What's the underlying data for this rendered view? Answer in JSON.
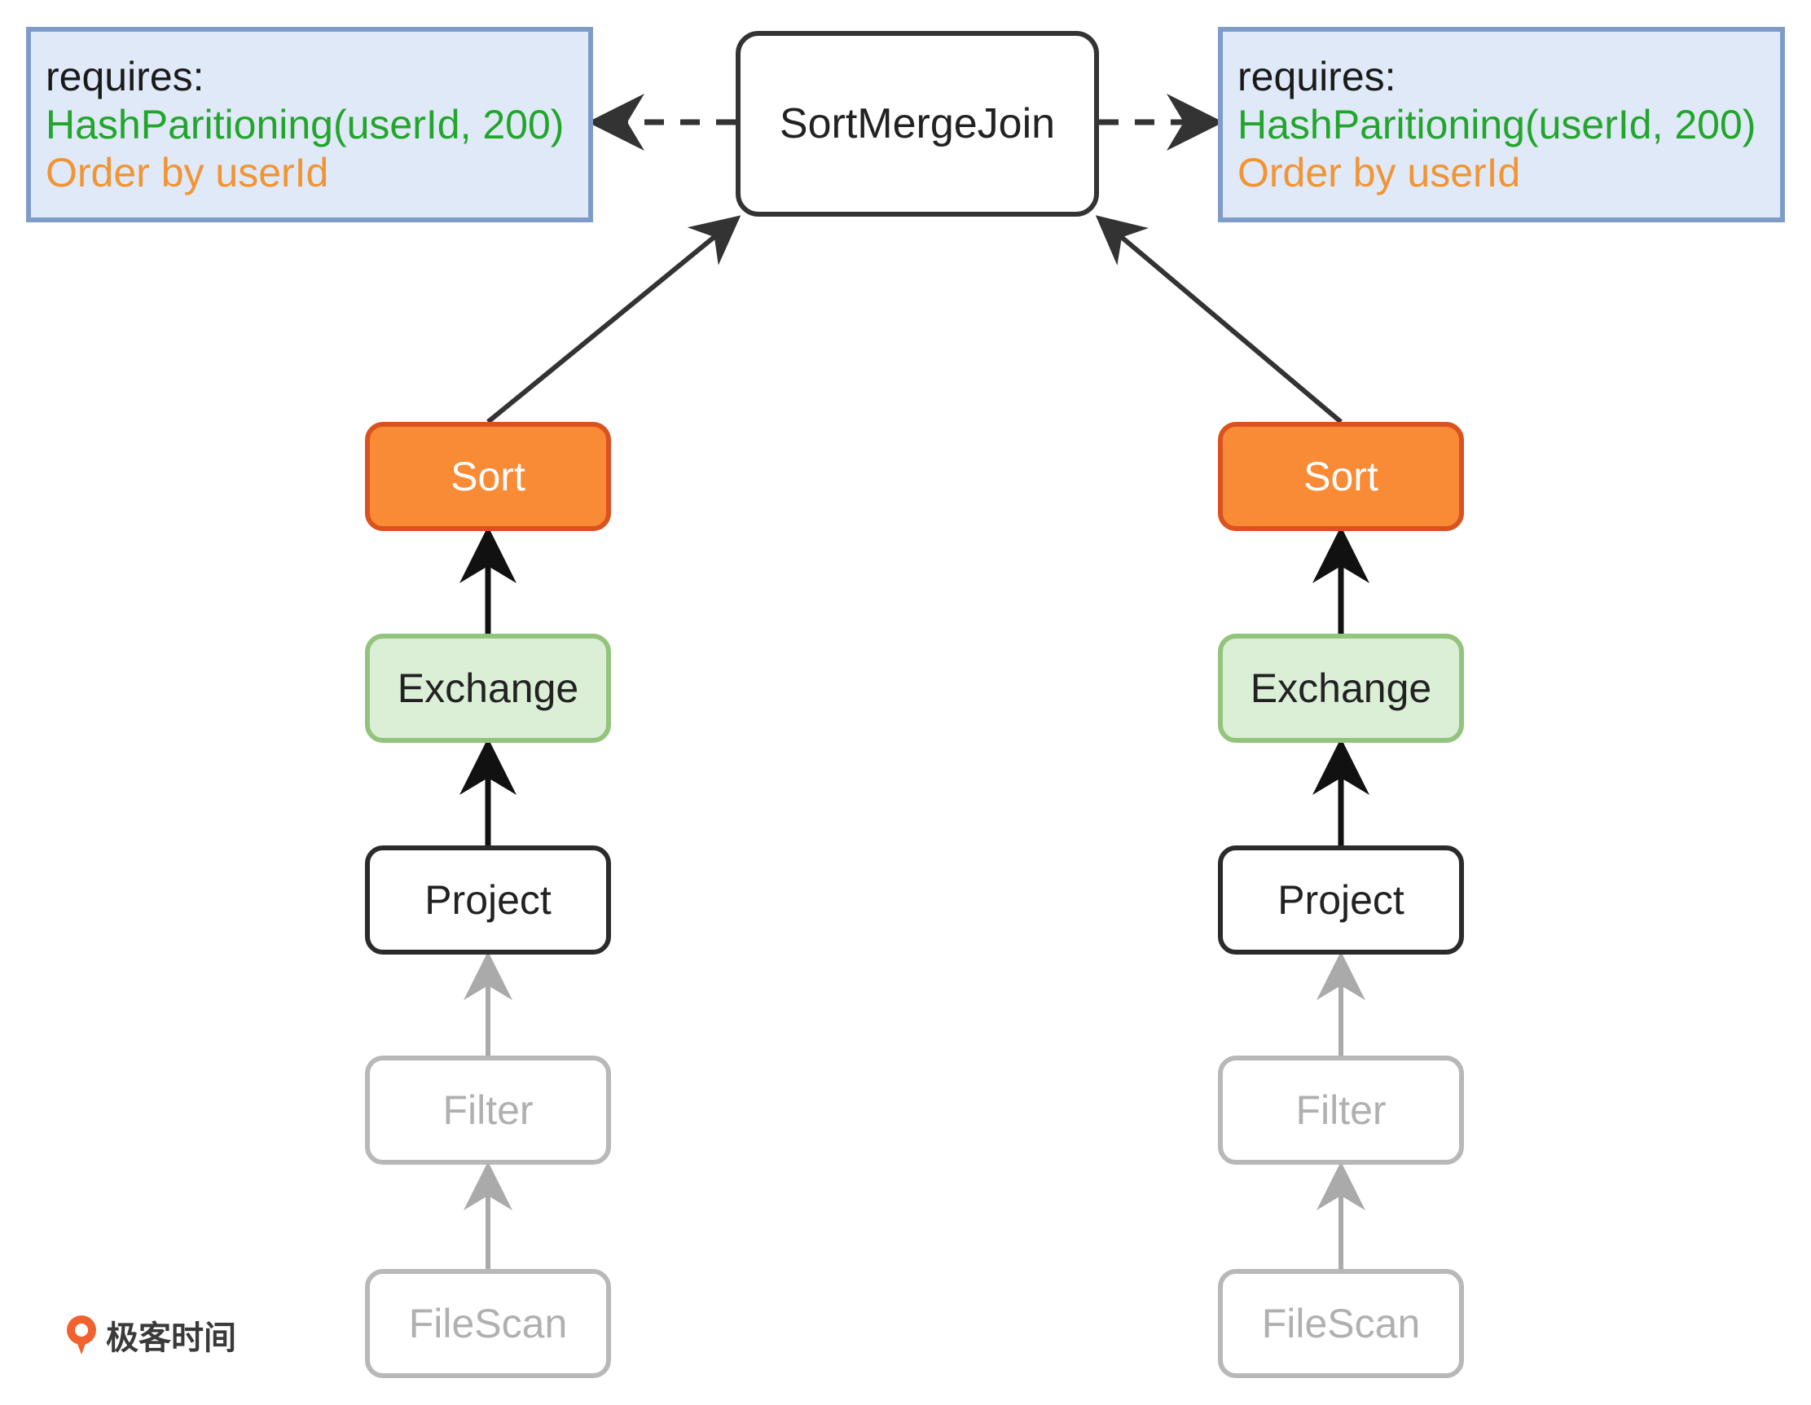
{
  "join": {
    "label": "SortMergeJoin"
  },
  "requirements": {
    "left": {
      "line1": "requires:",
      "line2": "HashParitioning(userId, 200)",
      "line3": "Order by userId"
    },
    "right": {
      "line1": "requires:",
      "line2": "HashParitioning(userId, 200)",
      "line3": "Order by userId"
    }
  },
  "left_branch": {
    "sort": "Sort",
    "exchange": "Exchange",
    "project": "Project",
    "filter": "Filter",
    "scan": "FileScan"
  },
  "right_branch": {
    "sort": "Sort",
    "exchange": "Exchange",
    "project": "Project",
    "filter": "Filter",
    "scan": "FileScan"
  },
  "logo": {
    "text": "极客时间"
  },
  "colors": {
    "sort": "#fa8b36",
    "exchange": "#dbeed6",
    "requirement_box": "#dfe9f8",
    "green_text": "#22a52b",
    "orange_text": "#f39432"
  }
}
